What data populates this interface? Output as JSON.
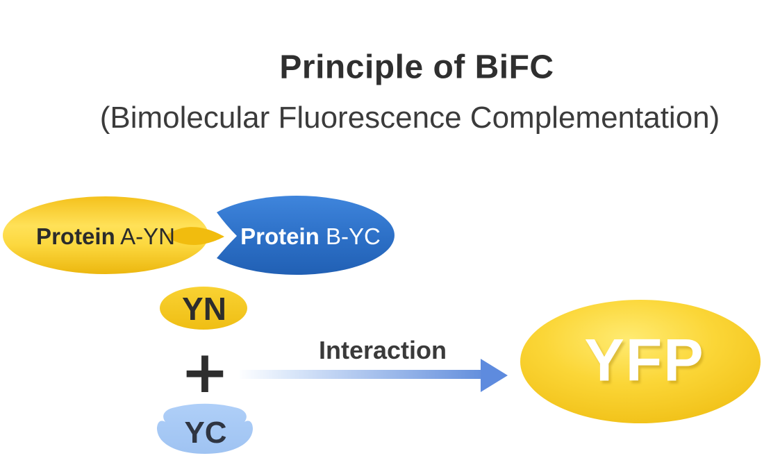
{
  "header": {
    "title": "Principle of BiFC",
    "subtitle": "(Bimolecular Fluorescence Complementation)"
  },
  "diagram": {
    "protein_a": {
      "bold": "Protein",
      "rest": " A-YN"
    },
    "protein_b": {
      "bold": "Protein",
      "rest": " B-YC"
    },
    "fragment_yn": "YN",
    "fragment_yc": "YC",
    "plus": "+",
    "arrow_label": "Interaction",
    "result": "YFP"
  },
  "colors": {
    "protein_a_yellow": "#F9CE2E",
    "dart_gold": "#F1BC0E",
    "protein_b_blue": "#2E71C8",
    "yn_yellow": "#F7CC24",
    "yc_light_blue": "#A6C9F6",
    "arrow_blue": "#5E8BDE",
    "yfp_gold": "#F5C71B",
    "text_dark": "#2F2F2F",
    "text_on_blue": "#FFFFFF"
  }
}
